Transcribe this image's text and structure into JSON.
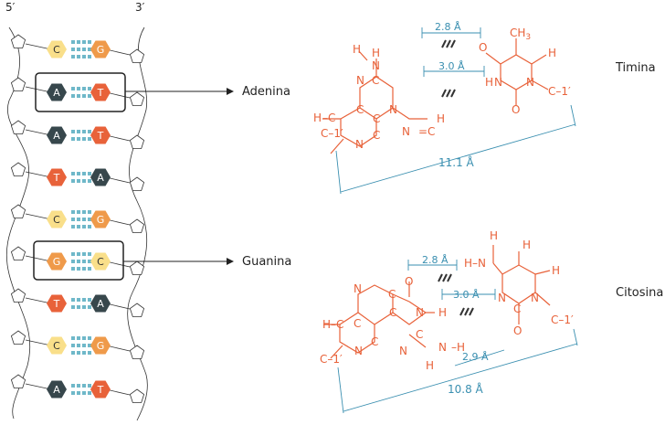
{
  "strand_labels": {
    "left": "5′",
    "right": "3′"
  },
  "base_pairs": [
    {
      "left": "C",
      "right": "G",
      "left_color": "#f9df8a",
      "right_color": "#ef9a4a",
      "left_text": "#333",
      "right_text": "#fff"
    },
    {
      "left": "A",
      "right": "T",
      "left_color": "#37474c",
      "right_color": "#e8623a",
      "left_text": "#fff",
      "right_text": "#fff"
    },
    {
      "left": "A",
      "right": "T",
      "left_color": "#37474c",
      "right_color": "#e8623a",
      "left_text": "#fff",
      "right_text": "#fff"
    },
    {
      "left": "T",
      "right": "A",
      "left_color": "#e8623a",
      "right_color": "#37474c",
      "left_text": "#fff",
      "right_text": "#fff"
    },
    {
      "left": "C",
      "right": "G",
      "left_color": "#f9df8a",
      "right_color": "#ef9a4a",
      "left_text": "#333",
      "right_text": "#fff"
    },
    {
      "left": "G",
      "right": "C",
      "left_color": "#ef9a4a",
      "right_color": "#f9df8a",
      "left_text": "#fff",
      "right_text": "#333"
    },
    {
      "left": "T",
      "right": "A",
      "left_color": "#e8623a",
      "right_color": "#37474c",
      "left_text": "#fff",
      "right_text": "#fff"
    },
    {
      "left": "C",
      "right": "G",
      "left_color": "#f9df8a",
      "right_color": "#ef9a4a",
      "left_text": "#333",
      "right_text": "#fff"
    },
    {
      "left": "A",
      "right": "T",
      "left_color": "#37474c",
      "right_color": "#e8623a",
      "left_text": "#fff",
      "right_text": "#fff"
    }
  ],
  "callouts": {
    "adenina": "Adenina",
    "guanina": "Guanina"
  },
  "labels": {
    "timina": "Timina",
    "citosina": "Citosina"
  },
  "at_pair": {
    "dist_top": "2.8 Å",
    "dist_mid": "3.0 Å",
    "width": "11.1 Å",
    "ch3": "CH",
    "ch3_sub": "3",
    "c1_left": "C–1′",
    "c1_right": "C–1′"
  },
  "gc_pair": {
    "dist_top": "2.8 Å",
    "dist_mid": "3.0 Å",
    "dist_bottom": "2.9 Å",
    "width": "10.8 Å",
    "c1_left": "C–1′",
    "c1_right": "C–1′"
  },
  "colors": {
    "atom": "#e8623a",
    "dimension": "#3a8fb0",
    "bond_hbond": "#3a8fb0",
    "dark": "#37474c"
  }
}
